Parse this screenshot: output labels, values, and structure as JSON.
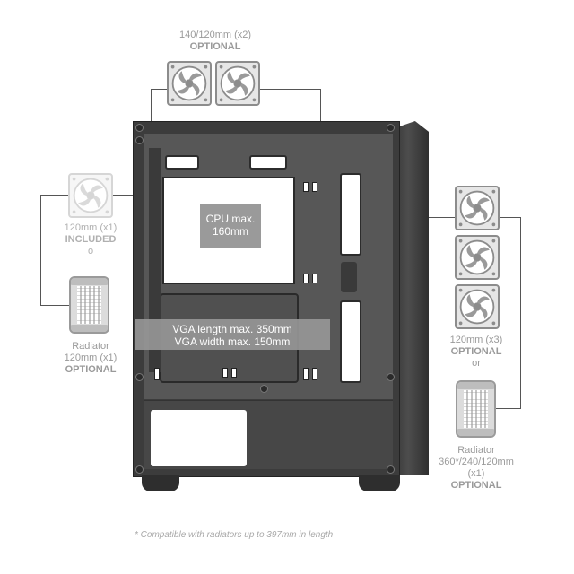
{
  "diagram": {
    "type": "pc-case-cooling-and-clearance-diagram",
    "colors": {
      "case_body": "#3f3f3f",
      "case_interior": "#5a5a5a",
      "label_text": "#9a9a9a",
      "leader_line": "#555555",
      "info_box": "#9a9a9a"
    },
    "top": {
      "size": "140/120mm (x2)",
      "status": "OPTIONAL",
      "fans": [
        {
          "icon": "fan-icon"
        },
        {
          "icon": "fan-icon"
        }
      ]
    },
    "rear": {
      "fan_size": "120mm (x1)",
      "fan_status": "INCLUDED",
      "connector": "o",
      "radiator_title": "Radiator",
      "radiator_size": "120mm (x1)",
      "radiator_status": "OPTIONAL"
    },
    "front": {
      "fan_size": "120mm (x3)",
      "fan_status": "OPTIONAL",
      "connector": "or",
      "fans": [
        {
          "icon": "fan-icon"
        },
        {
          "icon": "fan-icon"
        },
        {
          "icon": "fan-icon"
        }
      ],
      "radiator_title": "Radiator",
      "radiator_size": "360*/240/120mm",
      "radiator_count": "(x1)",
      "radiator_status": "OPTIONAL"
    },
    "cpu_clearance": {
      "line1": "CPU max.",
      "line2": "160mm"
    },
    "vga_clearance": {
      "line1": "VGA length max. 350mm",
      "line2": "VGA width max. 150mm"
    },
    "footnote": "* Compatible with radiators up to 397mm in length"
  }
}
